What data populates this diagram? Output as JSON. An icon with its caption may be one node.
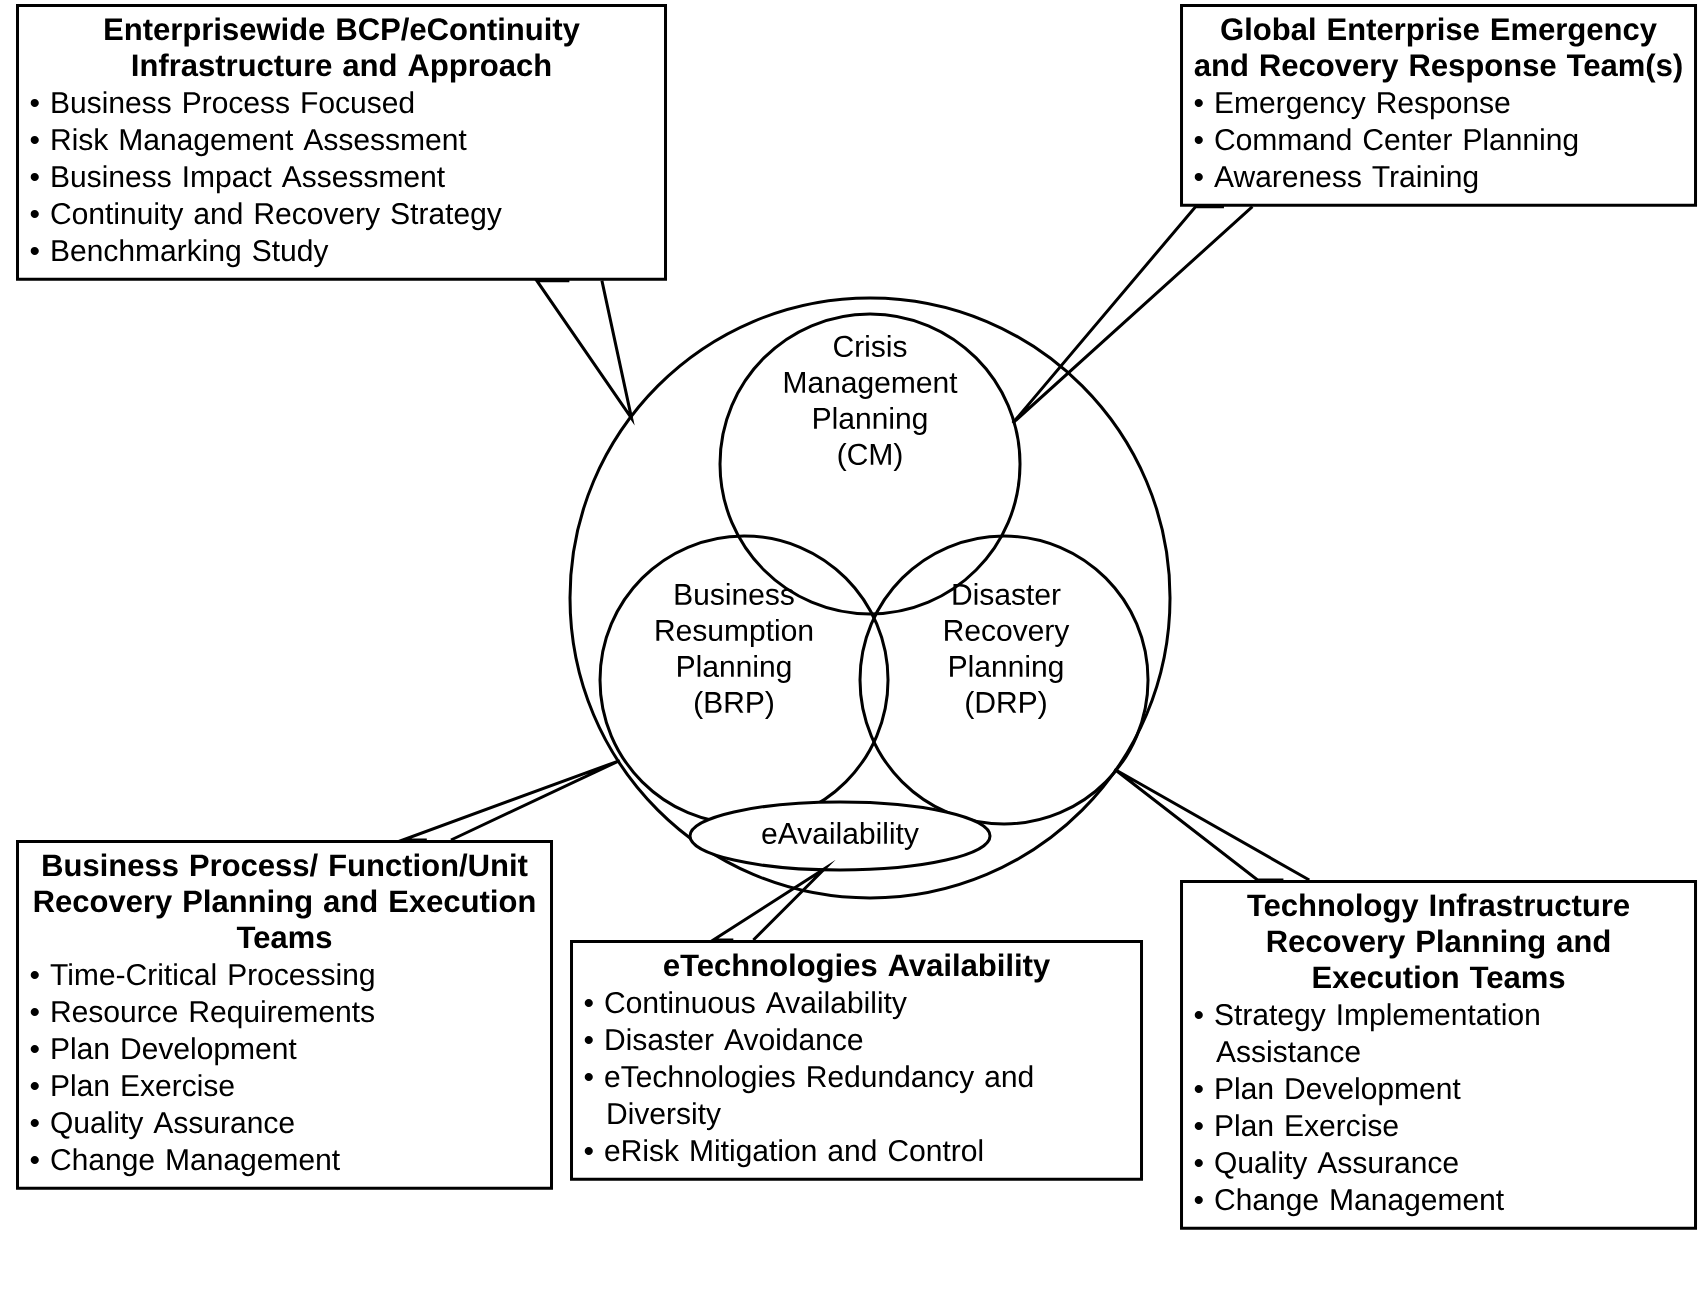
{
  "diagram": {
    "nodes": [
      {
        "text": [
          "Enterprisewide BCP/eContinuity Infrastructure and Approach",
          "• Business Process Focused",
          "• Risk Management Assessment",
          "• Business Impact Assessment",
          "• Continuity and Recovery Strategy",
          "• Benchmarking Study"
        ]
      },
      {
        "text": [
          "Global Enterprise Emergency and Recovery Response Team(s)",
          "• Emergency Response",
          "• Command Center Planning",
          "• Awareness Training"
        ]
      },
      {
        "text": [],
        "shape": "circle"
      },
      {
        "text": [
          "Crisis Management Planning (CM)"
        ],
        "in": 2
      },
      {
        "text": [
          "Business Resumption Planning (BRP)"
        ],
        "in": 2
      },
      {
        "text": [
          "Disaster Recovery Planning (DRP)"
        ],
        "in": 2
      },
      {
        "text": [
          "eAvailability"
        ],
        "in": 2
      },
      {
        "text": [
          "Business Process/ Function/Unit Recovery Planning and Execution Teams",
          "• Time-Critical Processing",
          "• Resource Requirements",
          "• Plan Development",
          "• Plan Exercise",
          "• Quality Assurance",
          "• Change Management"
        ]
      },
      {
        "text": [
          "eTechnologies Availability",
          "• Continuous Availability",
          "• Disaster Avoidance",
          "• eTechnologies Redundancy and Diversity",
          "• eRisk Mitigation and Control"
        ]
      },
      {
        "text": [
          "Technology Infrastructure Recovery Planning and Execution Teams",
          "• Strategy Implementation Assistance",
          "• Plan Development",
          "• Plan Exercise",
          "• Quality Assurance",
          "• Change Management"
        ]
      }
    ],
    "edges": [
      {
        "from": 0,
        "to": 2,
        "arrow": "none"
      },
      {
        "from": 1,
        "to": 3,
        "arrow": "none"
      },
      {
        "from": 7,
        "to": 2,
        "arrow": "none"
      },
      {
        "from": 8,
        "to": 6,
        "arrow": "none"
      },
      {
        "from": 9,
        "to": 2,
        "arrow": "none"
      }
    ]
  }
}
